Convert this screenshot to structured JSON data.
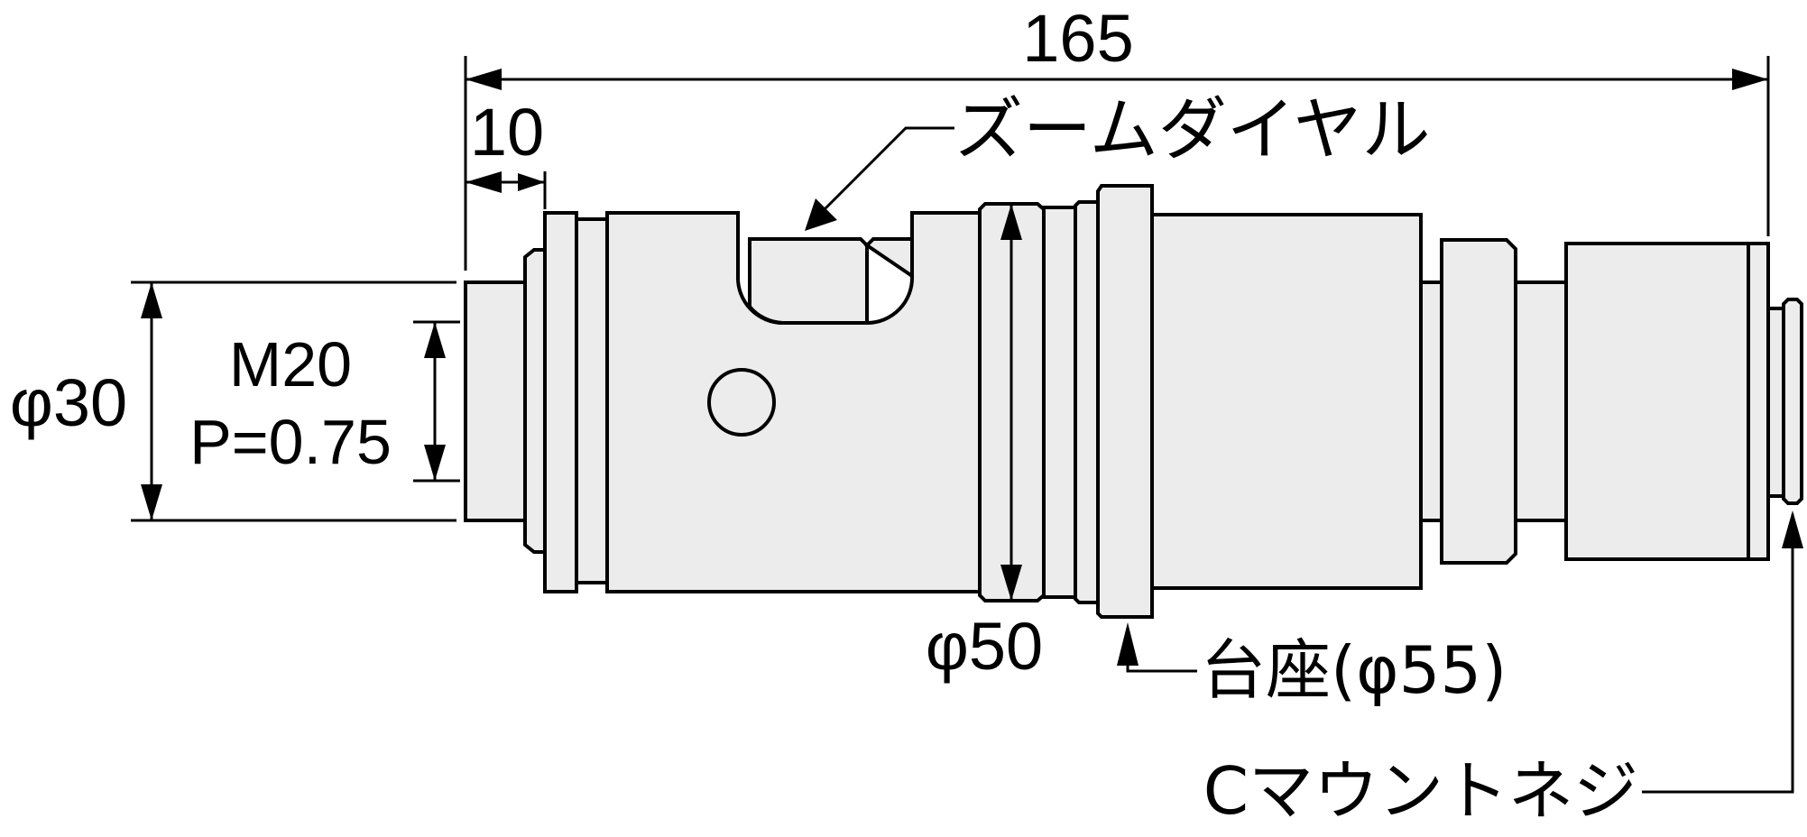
{
  "dimensions": {
    "overall_length": "165",
    "flange_width": "10",
    "left_diameter": "φ30",
    "middle_diameter": "φ50"
  },
  "thread": {
    "size": "M20",
    "pitch": "P=0.75"
  },
  "callouts": {
    "zoom_dial": "ズームダイヤル",
    "base_seat": "台座(φ55)",
    "c_mount_thread": "Cマウントネジ"
  },
  "colors": {
    "part_fill": "#ececec",
    "outline": "#000000"
  }
}
